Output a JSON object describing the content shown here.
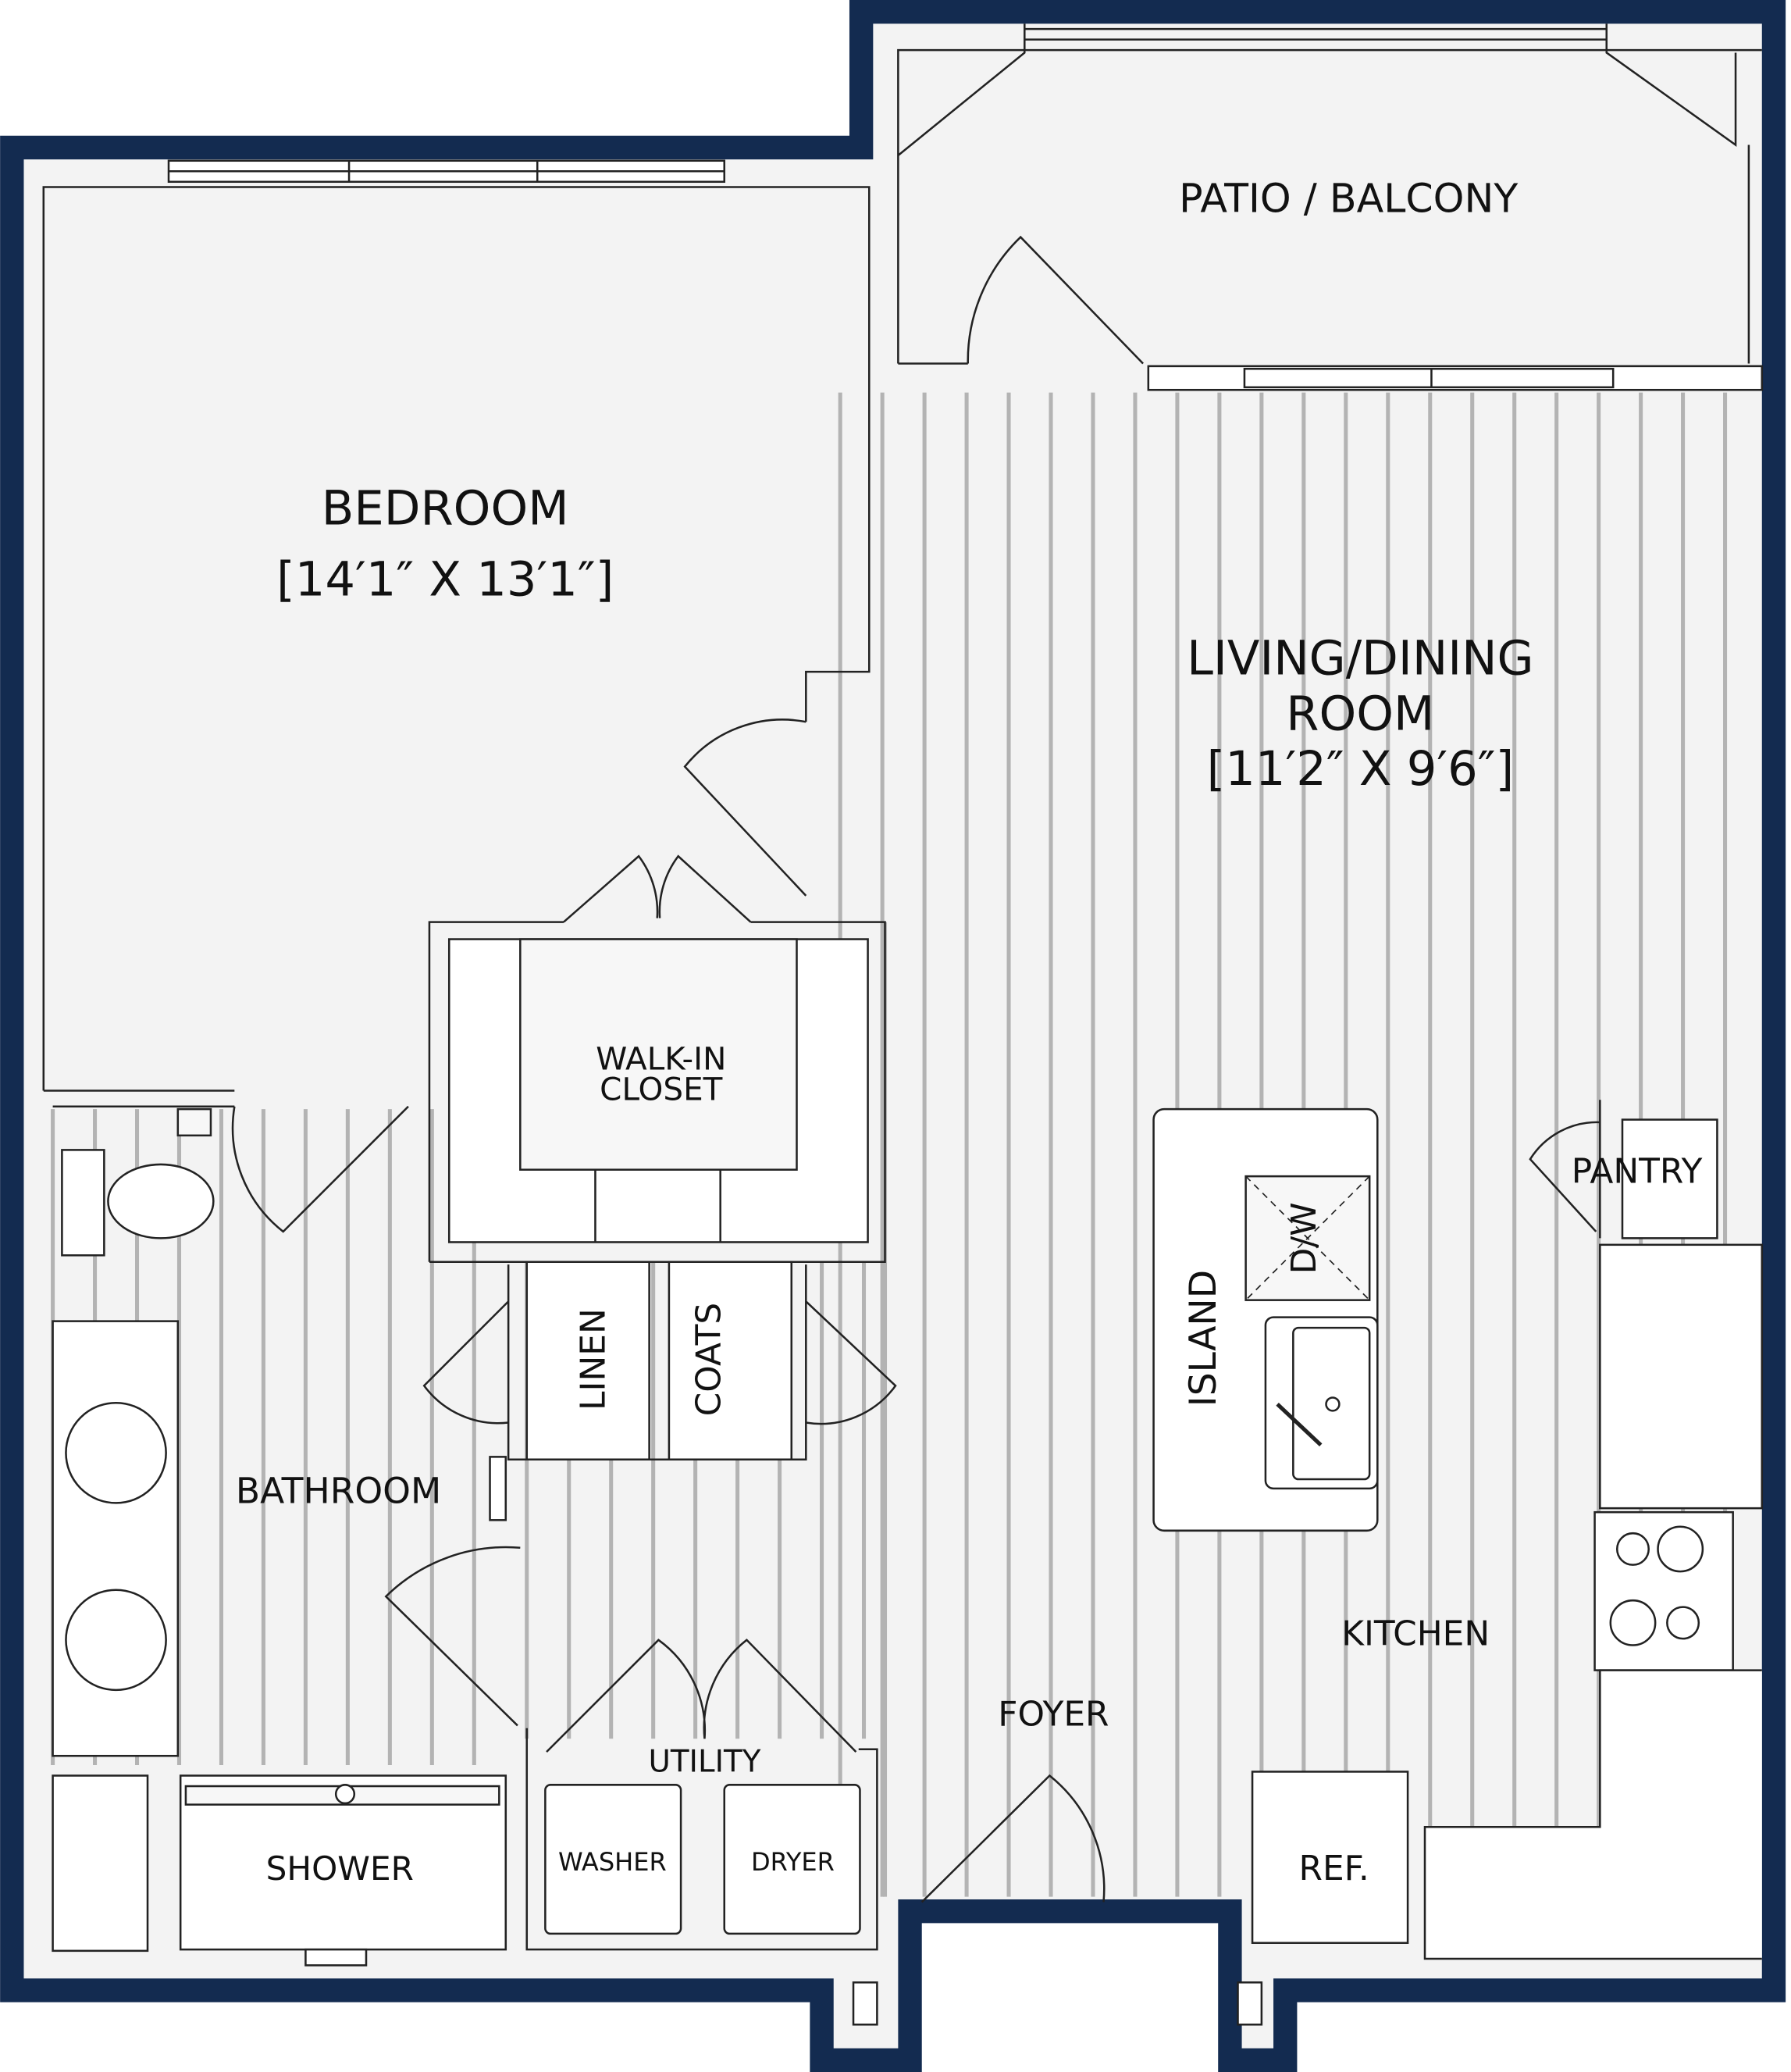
{
  "colors": {
    "wall": "#132b50",
    "floor": "#f3f3f3",
    "plank": "#b3b3b3",
    "line": "#222222"
  },
  "rooms": {
    "patio": {
      "label": "PATIO / BALCONY"
    },
    "bedroom": {
      "label": "BEDROOM",
      "dims": "[14′1″ X 13′1″]"
    },
    "living": {
      "label_line1": "LIVING/DINING",
      "label_line2": "ROOM",
      "dims": "[11′2″ X 9′6″]"
    },
    "closet": {
      "label_line1": "WALK-IN",
      "label_line2": "CLOSET"
    },
    "pantry": {
      "label": "PANTRY"
    },
    "dishwasher": {
      "label": "D/W"
    },
    "island": {
      "label": "ISLAND"
    },
    "linen": {
      "label": "LINEN"
    },
    "coats": {
      "label": "COATS"
    },
    "bathroom": {
      "label": "BATHROOM"
    },
    "kitchen": {
      "label": "KITCHEN"
    },
    "foyer": {
      "label": "FOYER"
    },
    "utility": {
      "label": "UTILITY"
    },
    "washer": {
      "label": "WASHER"
    },
    "dryer": {
      "label": "DRYER"
    },
    "shower": {
      "label": "SHOWER"
    },
    "refrigerator": {
      "label": "REF."
    }
  }
}
